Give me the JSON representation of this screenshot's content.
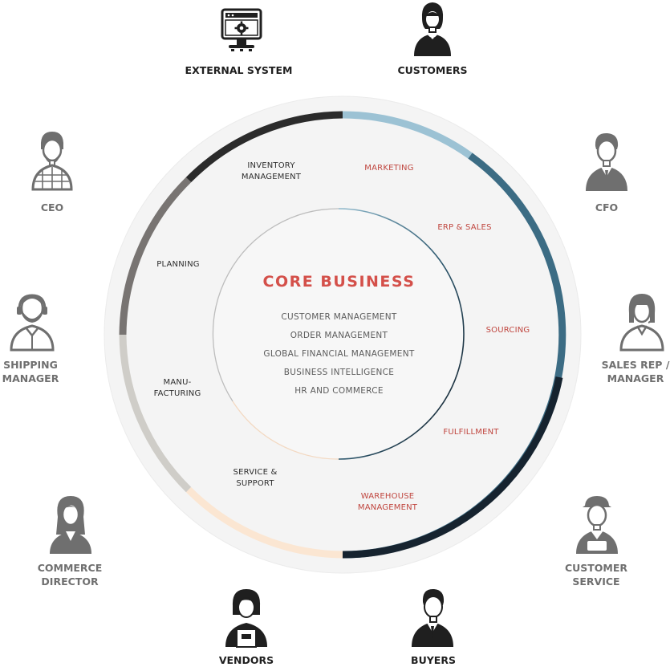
{
  "core": {
    "title": "CORE BUSINESS",
    "items": [
      "CUSTOMER MANAGEMENT",
      "ORDER MANAGEMENT",
      "GLOBAL FINANCIAL MANAGEMENT",
      "BUSINESS INTELLIGENCE",
      "HR AND COMMERCE"
    ]
  },
  "segments": {
    "inventory": "INVENTORY\nMANAGEMENT",
    "marketing": "MARKETING",
    "erp": "ERP & SALES",
    "planning": "PLANNING",
    "sourcing": "SOURCING",
    "manufacturing": "MANU-\nFACTURING",
    "fulfillment": "FULFILLMENT",
    "service": "SERVICE &\nSUPPORT",
    "warehouse": "WAREHOUSE\nMANAGEMENT"
  },
  "roles": {
    "external_system": "EXTERNAL SYSTEM",
    "customers": "CUSTOMERS",
    "ceo": "CEO",
    "cfo": "CFO",
    "shipping_manager": "SHIPPING\nMANAGER",
    "sales_rep": "SALES REP /\nMANAGER",
    "commerce_director": "COMMERCE\nDIRECTOR",
    "customer_service": "CUSTOMER\nSERVICE",
    "vendors": "VENDORS",
    "buyers": "BUYERS"
  },
  "colors": {
    "accent_red": "#d4504a",
    "ring_light_blue": "#9cc2d4",
    "ring_mid_blue": "#3c6c84",
    "ring_dark_navy": "#16232f",
    "ring_black": "#2b2b2b",
    "ring_gray": "#787472",
    "ring_light_gray": "#cfcdc8",
    "ring_peach": "#fbe6d2",
    "icon_dark": "#1f1f1f",
    "icon_gray": "#6f6f6f"
  },
  "icons": {
    "external_system": "monitor-gear-icon",
    "customers": "woman-avatar-icon",
    "ceo": "bearded-man-avatar-icon",
    "cfo": "man-suit-avatar-icon",
    "shipping_manager": "headset-man-avatar-icon",
    "sales_rep": "headset-woman-avatar-icon",
    "commerce_director": "woman-long-hair-avatar-icon",
    "customer_service": "cap-man-avatar-icon",
    "vendors": "woman-apron-avatar-icon",
    "buyers": "businessman-avatar-icon"
  }
}
